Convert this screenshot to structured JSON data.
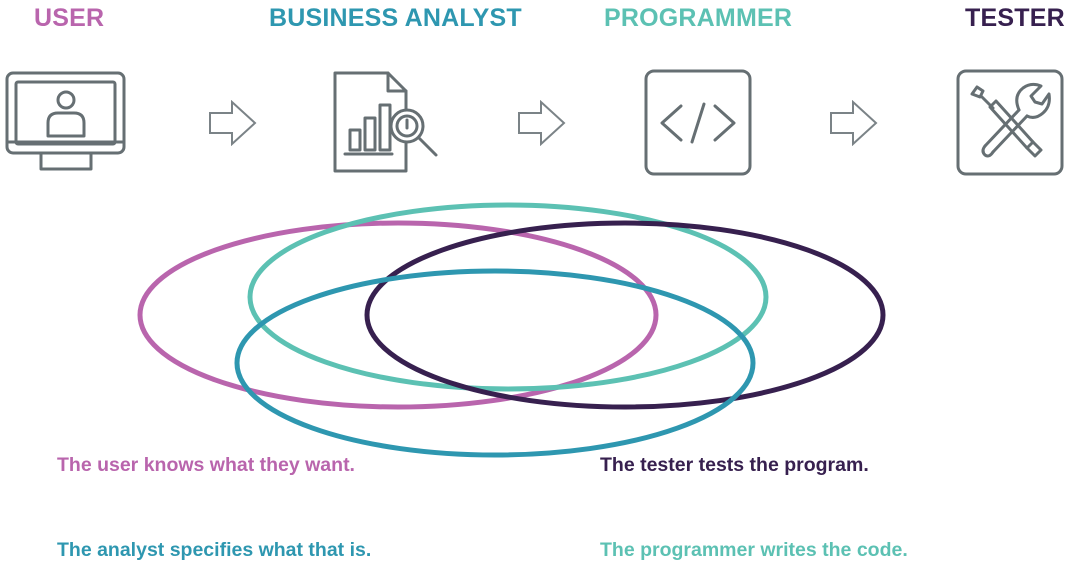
{
  "roles": {
    "user": "USER",
    "business_analyst": "BUSINESS ANALYST",
    "programmer": "PROGRAMMER",
    "tester": "TESTER"
  },
  "captions": {
    "user": "The user knows what they want.",
    "analyst": "The analyst specifies what that is.",
    "tester": "The tester tests the program.",
    "programmer": "The programmer writes the code."
  },
  "colors": {
    "user": "#b965ad",
    "analyst": "#2e97b0",
    "programmer": "#5cc1b3",
    "tester": "#37204f",
    "icon_stroke": "#666f73",
    "arrow_stroke": "#7b8387"
  },
  "icons": [
    "monitor-user-icon",
    "document-chart-magnifier-icon",
    "code-brackets-icon",
    "screwdriver-wrench-icon"
  ]
}
